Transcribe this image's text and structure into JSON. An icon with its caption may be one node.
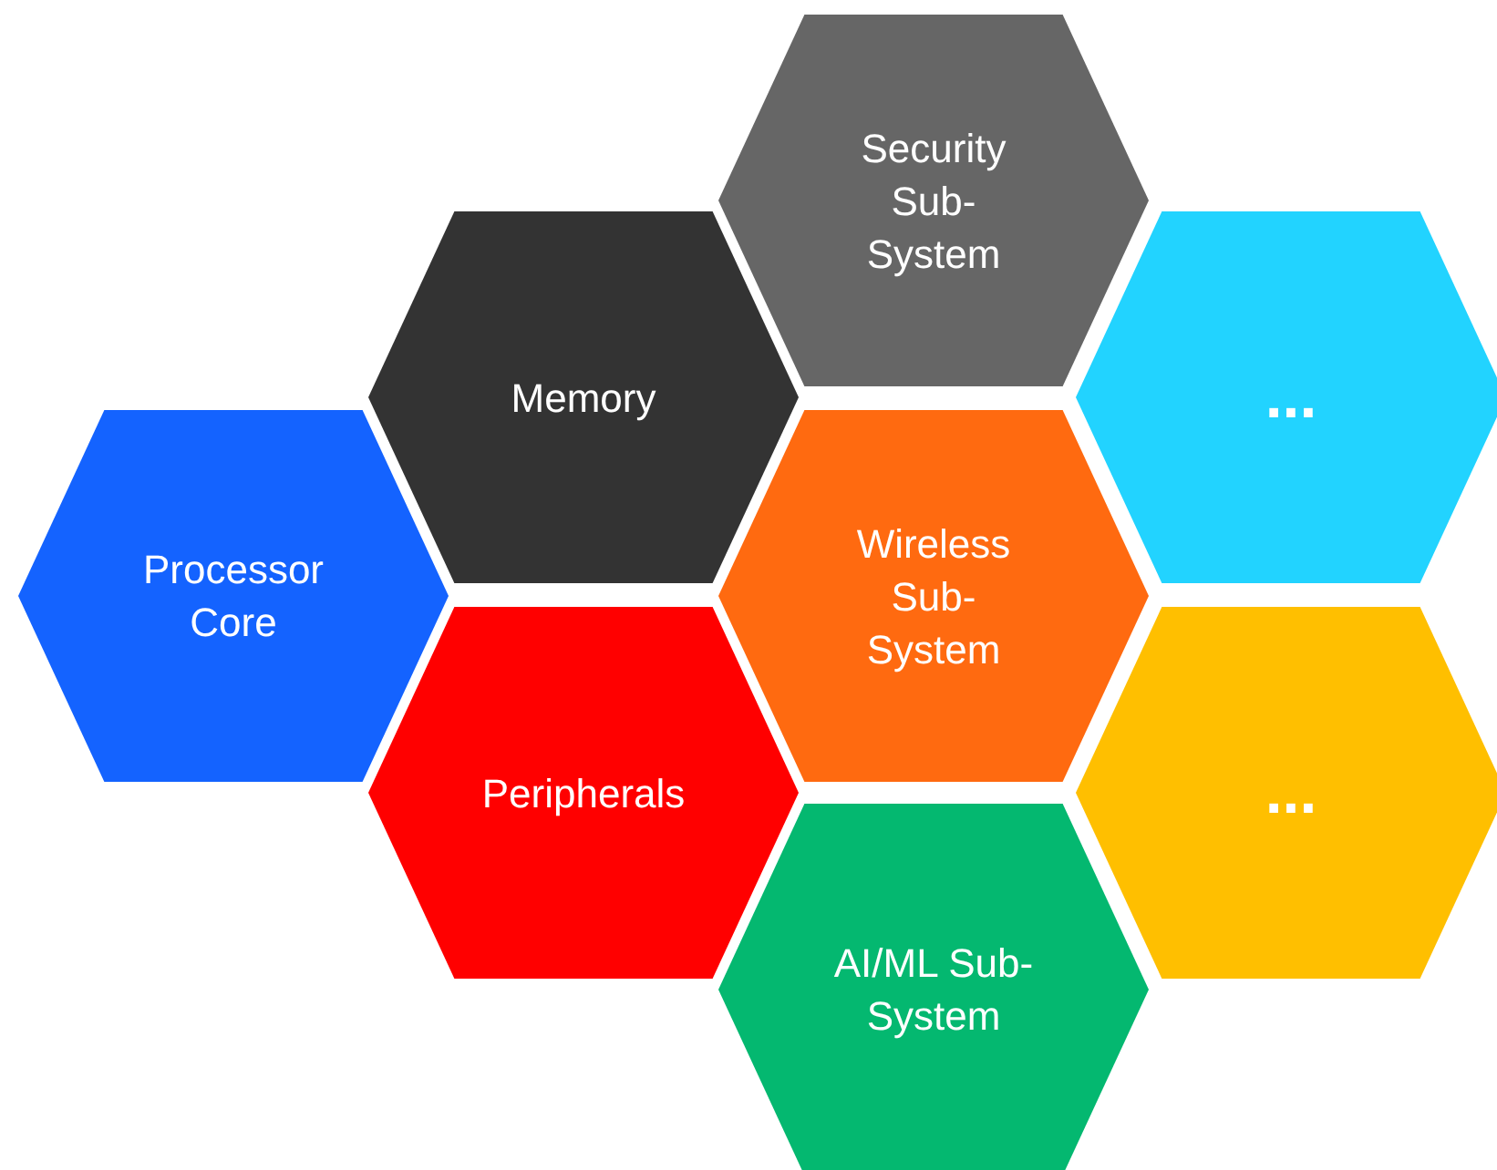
{
  "diagram": {
    "nodes": [
      {
        "text": [
          "Security Sub- System"
        ]
      },
      {
        "text": [
          "Memory"
        ]
      },
      {
        "text": [
          "..."
        ]
      },
      {
        "text": [
          "Processor Core"
        ]
      },
      {
        "text": [
          "Wireless Sub- System"
        ]
      },
      {
        "text": [
          "Peripherals"
        ]
      },
      {
        "text": [
          "..."
        ]
      },
      {
        "text": [
          "AI/ML Sub- System"
        ]
      }
    ]
  }
}
